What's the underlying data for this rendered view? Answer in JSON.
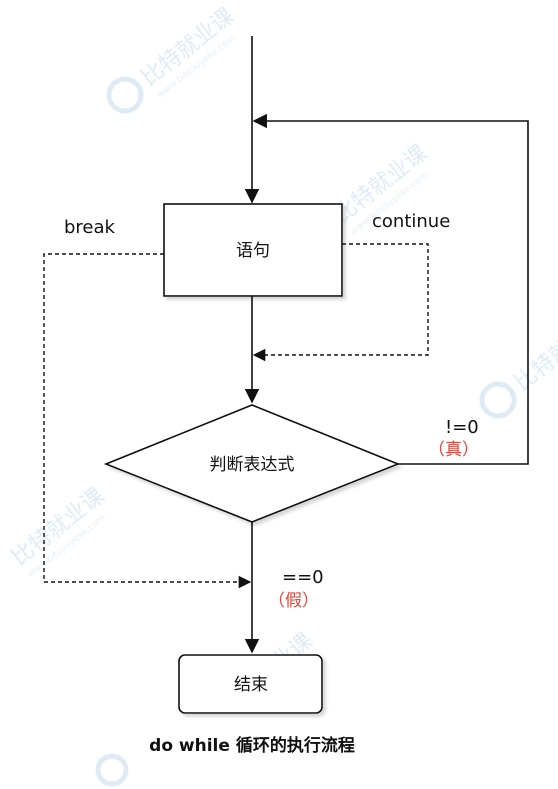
{
  "nodes": {
    "statement": "语句",
    "condition": "判断表达式",
    "end": "结束"
  },
  "edges": {
    "break_label": "break",
    "continue_label": "continue",
    "true_label": "!=0",
    "true_note": "（真）",
    "false_label": "==0",
    "false_note": "（假）"
  },
  "caption": "do while 循环的执行流程",
  "watermark": {
    "text": "比特就业课",
    "sub": "www.bitejiuyeke.com"
  },
  "colors": {
    "line": "#111111",
    "accent_red": "#e2463c",
    "watermark": "#dbe9f4"
  }
}
